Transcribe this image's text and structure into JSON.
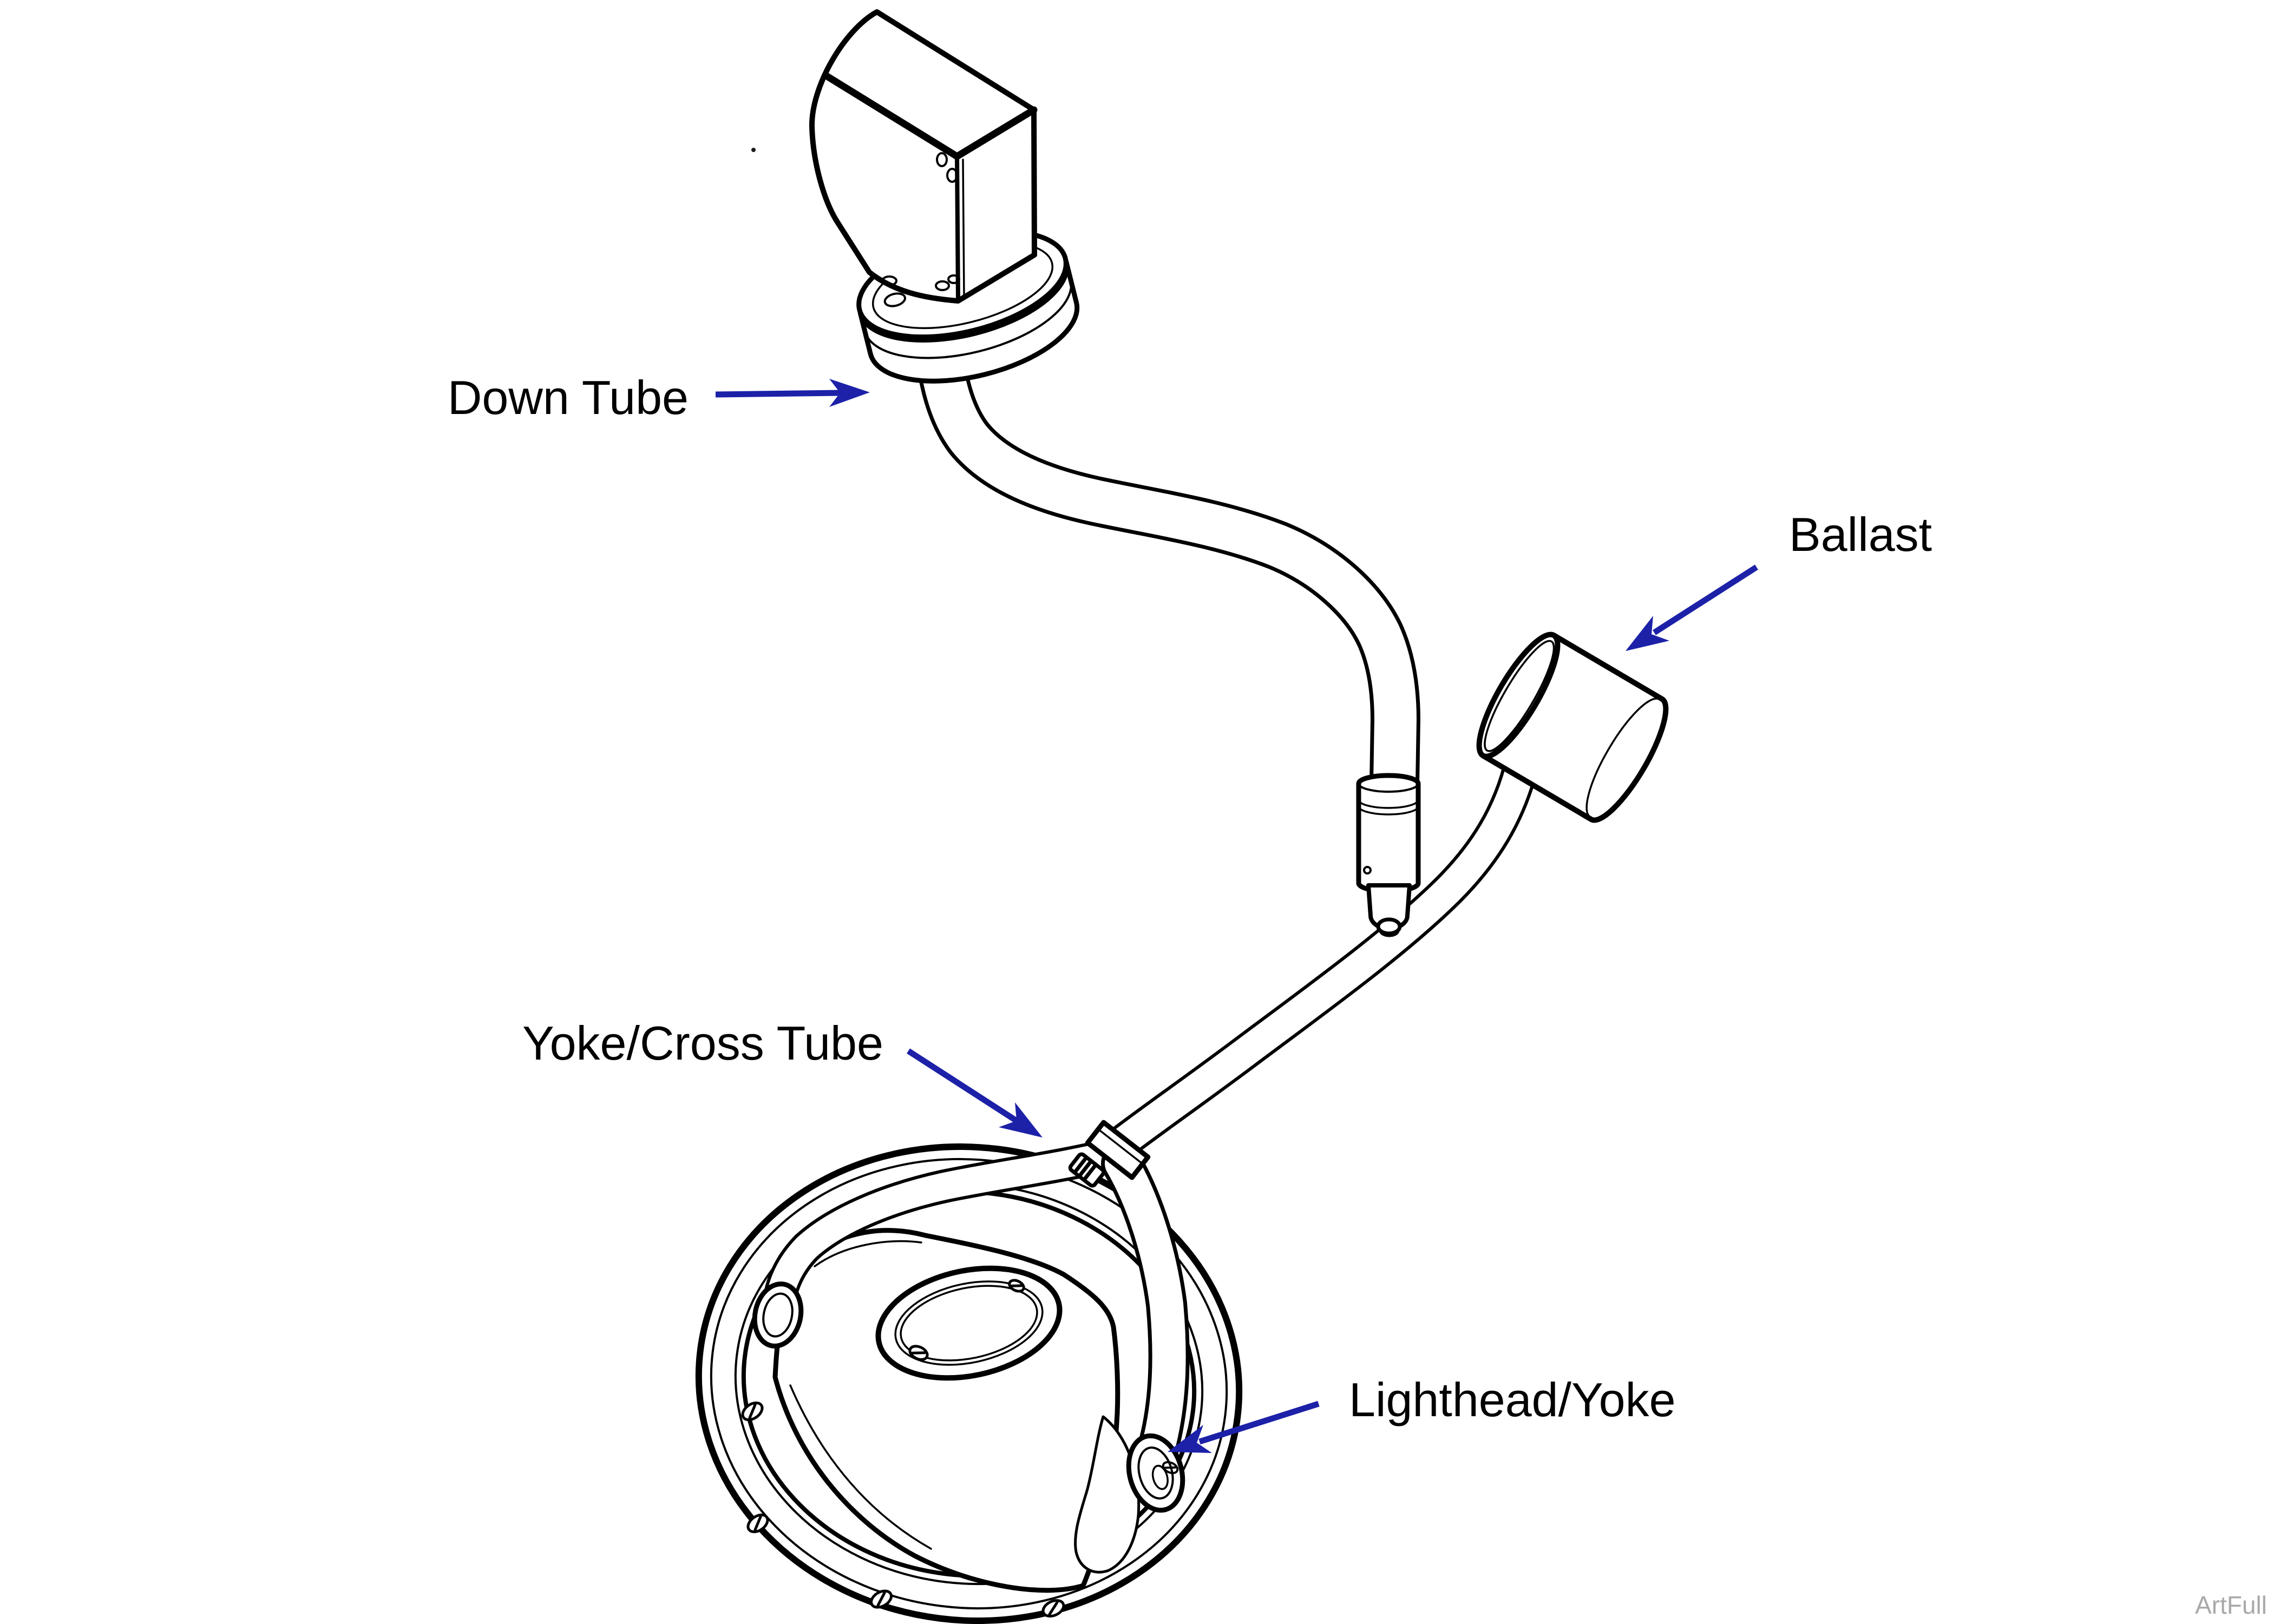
{
  "page": {
    "background": "#ffffff"
  },
  "colors": {
    "line": "#000000",
    "arrow": "#1c21a8",
    "label": "#000000",
    "watermark": "#a9a9a9"
  },
  "diagram": {
    "type": "technical line illustration of a ceiling-mounted dental operatory light",
    "labels": {
      "down_tube": "Down Tube",
      "ballast": "Ballast",
      "yoke_cross_tube": "Yoke/Cross Tube",
      "lighthead_yoke": "Lighthead/Yoke"
    },
    "watermark": "ArtFull"
  }
}
